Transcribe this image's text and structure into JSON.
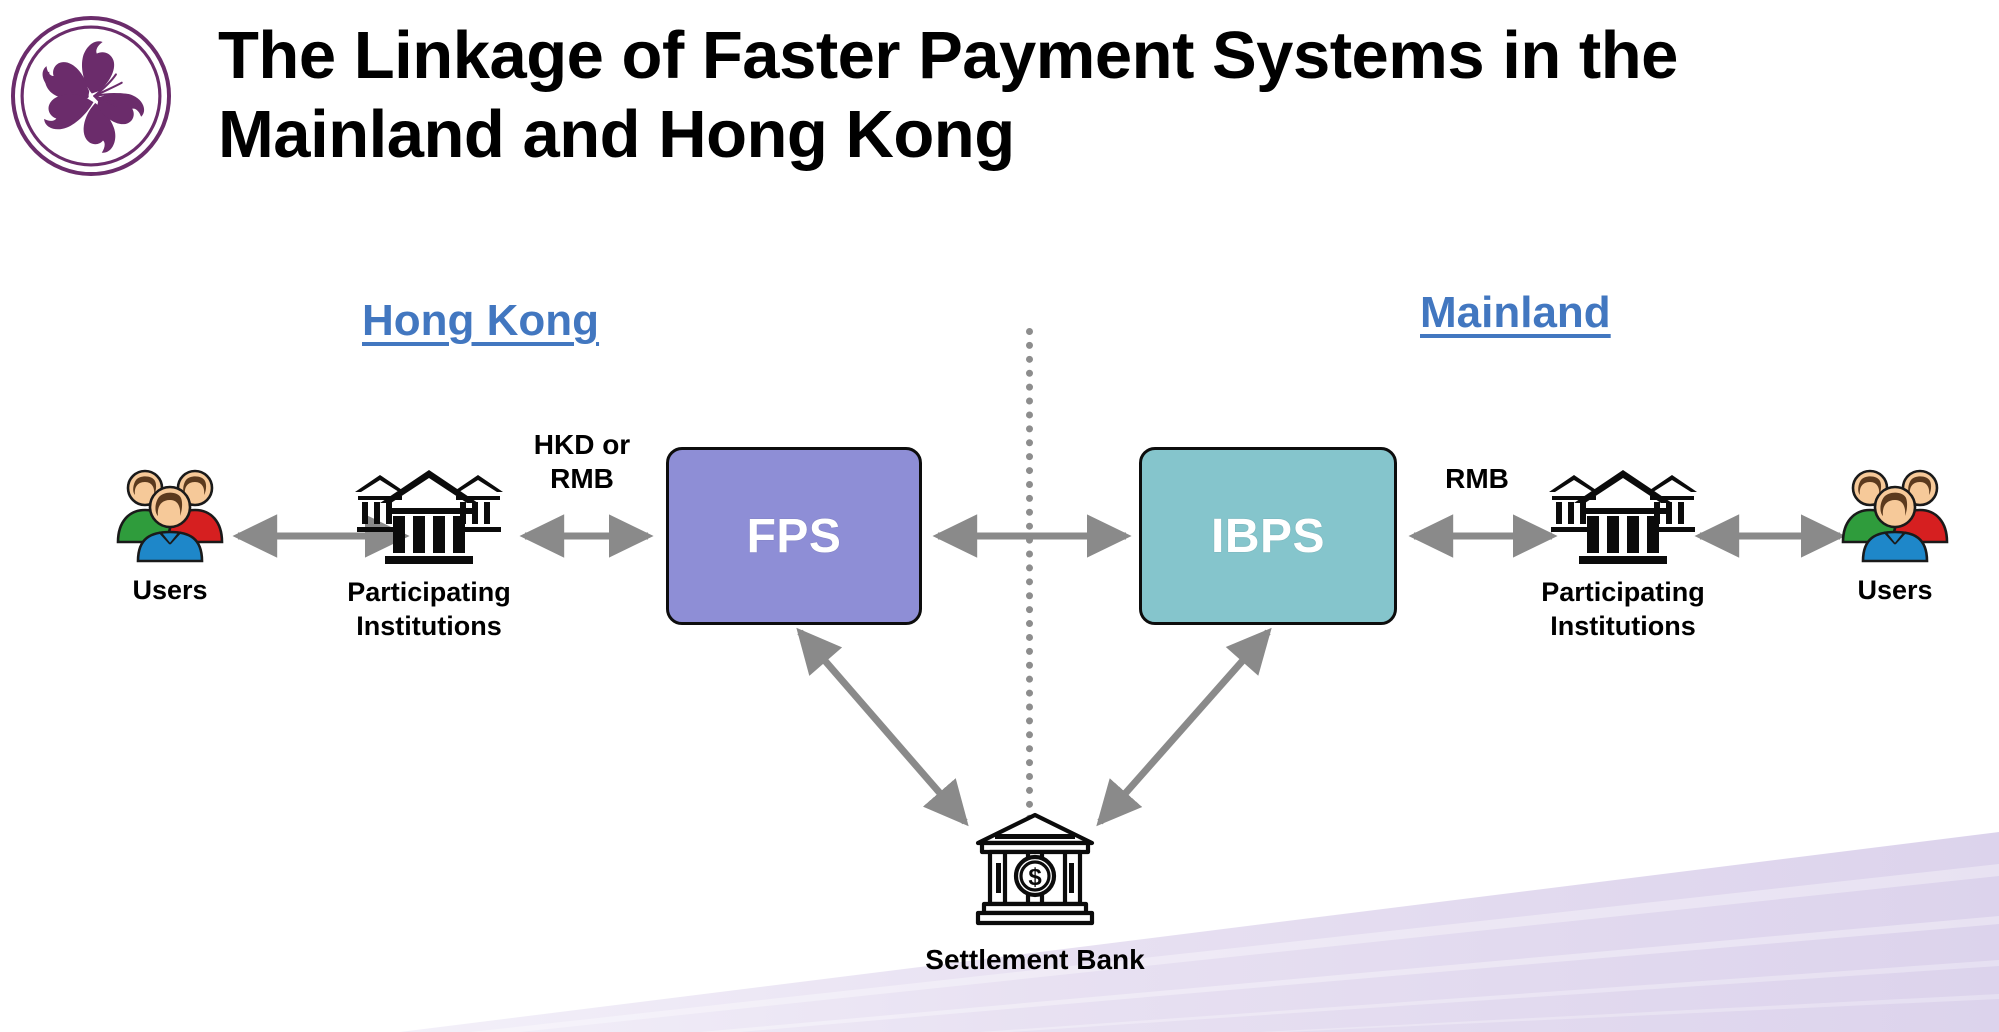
{
  "slide": {
    "background_color": "#ffffff",
    "title": "The Linkage of Faster Payment Systems in the Mainland and Hong Kong",
    "logo_name": "hkma-bauhinia-logo",
    "logo_color": "#6B2C6B",
    "deco_band_color": "#E3DCEF"
  },
  "diagram": {
    "regions": [
      {
        "id": "hong-kong",
        "label": "Hong Kong",
        "color": "#4277C0",
        "underlined": true
      },
      {
        "id": "mainland",
        "label": "Mainland",
        "color": "#4277C0",
        "underlined": true
      }
    ],
    "divider": {
      "name": "border-divider",
      "style": "dotted",
      "color": "#8d8d8d"
    },
    "systems": [
      {
        "id": "fps",
        "label": "FPS",
        "region": "hong-kong",
        "fill": "#8E8ED6",
        "text_color": "#ffffff",
        "border": "#0d0d0d"
      },
      {
        "id": "ibps",
        "label": "IBPS",
        "region": "mainland",
        "fill": "#85C5CC",
        "text_color": "#ffffff",
        "border": "#0d0d0d"
      }
    ],
    "nodes": [
      {
        "id": "users-hk",
        "caption": "Users",
        "icon": "users-group-icon"
      },
      {
        "id": "pi-hk",
        "caption": "Participating\nInstitutions",
        "icon": "bank-group-icon"
      },
      {
        "id": "pi-ml",
        "caption": "Participating\nInstitutions",
        "icon": "bank-group-icon"
      },
      {
        "id": "users-ml",
        "caption": "Users",
        "icon": "users-group-icon"
      },
      {
        "id": "settlement-bank",
        "caption": "Settlement Bank",
        "icon": "bank-dollar-icon"
      }
    ],
    "flow_labels": [
      {
        "id": "hkd-or-rmb",
        "text": "HKD or\nRMB"
      },
      {
        "id": "rmb",
        "text": "RMB"
      }
    ],
    "connectors": [
      {
        "id": "users-hk-to-pi-hk",
        "type": "double-arrow",
        "orientation": "horizontal",
        "color": "#8a8a8a"
      },
      {
        "id": "pi-hk-to-fps",
        "type": "double-arrow",
        "orientation": "horizontal",
        "color": "#8a8a8a"
      },
      {
        "id": "fps-to-ibps",
        "type": "double-arrow",
        "orientation": "horizontal",
        "color": "#8a8a8a"
      },
      {
        "id": "ibps-to-pi-ml",
        "type": "double-arrow",
        "orientation": "horizontal",
        "color": "#8a8a8a"
      },
      {
        "id": "pi-ml-to-users-ml",
        "type": "double-arrow",
        "orientation": "horizontal",
        "color": "#8a8a8a"
      },
      {
        "id": "fps-to-settlement",
        "type": "double-arrow",
        "orientation": "diagonal",
        "color": "#8a8a8a"
      },
      {
        "id": "ibps-to-settlement",
        "type": "double-arrow",
        "orientation": "diagonal",
        "color": "#8a8a8a"
      }
    ]
  }
}
